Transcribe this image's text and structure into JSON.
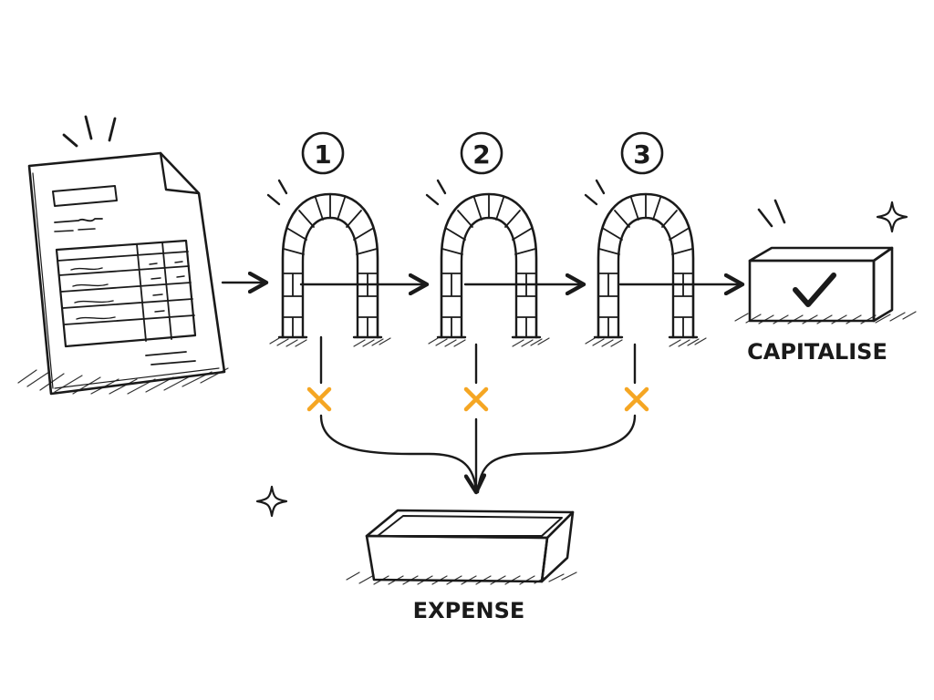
{
  "steps": [
    {
      "number": "1"
    },
    {
      "number": "2"
    },
    {
      "number": "3"
    }
  ],
  "outcomes": {
    "pass_label": "CAPITALISE",
    "fail_label": "EXPENSE"
  },
  "colors": {
    "pass_box": "#8cc63f",
    "fail_tray": "#f5a623",
    "reject_mark": "#f5a623",
    "ink": "#1a1a1a"
  },
  "icons": {
    "source_document": "invoice-document-icon",
    "gate": "stone-arch-gate-icon",
    "pass": "checkmark-icon",
    "reject": "x-mark-icon",
    "decoration": "sparkle-icon"
  }
}
